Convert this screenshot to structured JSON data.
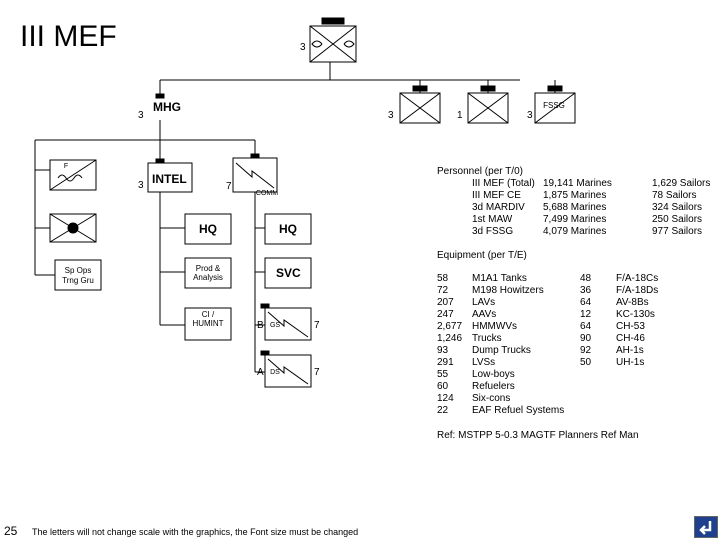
{
  "title": "III MEF",
  "org": {
    "top_echelon": "3",
    "mhg": {
      "label": "MHG",
      "echelon": "3"
    },
    "unit2": {
      "echelon": "3"
    },
    "unit3": {
      "echelon": "1"
    },
    "fssg": {
      "label": "FSSG",
      "echelon": "3"
    },
    "intel": {
      "label": "INTEL",
      "echelon": "3"
    },
    "comm": {
      "label": "COMM",
      "echelon": "7"
    },
    "left_box_top": {
      "label": "F"
    },
    "sp_ops": {
      "label": "Sp Ops Trng Gru"
    },
    "hq_left": {
      "label": "HQ"
    },
    "hq_right": {
      "label": "HQ"
    },
    "prod_analysis": {
      "label": "Prod & Analysis"
    },
    "ci_humint": {
      "label": "CI / HUMINT"
    },
    "svc": {
      "label": "SVC"
    },
    "gs": {
      "prefix": "B",
      "label": "GS",
      "echelon": "7"
    },
    "ds": {
      "prefix": "A",
      "label": "DS",
      "echelon": "7"
    }
  },
  "personnel": {
    "header": "Personnel (per T/0)",
    "rows": [
      {
        "unit": "III MEF (Total)",
        "marines": "19,141 Marines",
        "sailors": "1,629 Sailors"
      },
      {
        "unit": "III MEF CE",
        "marines": "1,875 Marines",
        "sailors": "78 Sailors"
      },
      {
        "unit": "3d MARDIV",
        "marines": "5,688 Marines",
        "sailors": "324 Sailors"
      },
      {
        "unit": "1st MAW",
        "marines": "7,499 Marines",
        "sailors": "250 Sailors"
      },
      {
        "unit": "3d FSSG",
        "marines": "4,079 Marines",
        "sailors": "977 Sailors"
      }
    ]
  },
  "equipment": {
    "header": "Equipment (per T/E)",
    "ground_qty": [
      "58",
      "72",
      "207",
      "247",
      "2,677",
      "1,246",
      "93",
      "291",
      "55",
      "60",
      "124",
      "22"
    ],
    "ground_items": [
      "M1A1 Tanks",
      "M198 Howitzers",
      "LAVs",
      "AAVs",
      "HMMWVs",
      "Trucks",
      "Dump Trucks",
      "LVSs",
      "Low-boys",
      "Refuelers",
      "Six-cons",
      "EAF Refuel Systems"
    ],
    "air_qty": [
      "48",
      "36",
      "64",
      "12",
      "64",
      "90",
      "92",
      "50"
    ],
    "air_items": [
      "F/A-18Cs",
      "F/A-18Ds",
      "AV-8Bs",
      "KC-130s",
      "CH-53",
      "CH-46",
      "AH-1s",
      "UH-1s"
    ]
  },
  "reference": "Ref: MSTPP 5-0.3 MAGTF Planners Ref Man",
  "footer": {
    "page_number": "25",
    "note": "The letters will not change scale with the graphics, the Font size must be changed"
  }
}
